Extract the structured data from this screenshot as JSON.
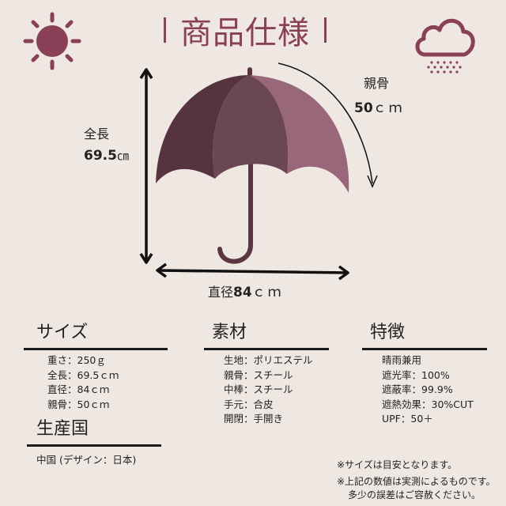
{
  "header": {
    "title": "商品仕様",
    "icons": {
      "left": "sun-icon",
      "right": "rain-cloud-icon"
    },
    "accent_color": "#8a4157"
  },
  "diagram": {
    "total_length": {
      "label": "全長",
      "value": "69.5",
      "unit": "㎝"
    },
    "rib": {
      "label": "親骨",
      "value": "50",
      "unit": "ｃｍ"
    },
    "diameter": {
      "label": "直径",
      "value": "84",
      "unit": "ｃｍ"
    },
    "umbrella_colors": {
      "dark": "#55343f",
      "mid": "#6b4654",
      "light": "#99677a",
      "shaft": "#5a3642"
    }
  },
  "sections": {
    "size": {
      "heading": "サイズ",
      "items": [
        "重さ：250ｇ",
        "全長：69.5ｃｍ",
        "直径：84ｃｍ",
        "親骨：50ｃｍ"
      ]
    },
    "material": {
      "heading": "素材",
      "items": [
        "生地：ポリエステル",
        "親骨：スチール",
        "中棒：スチール",
        "手元：合皮",
        "開閉：手開き"
      ]
    },
    "features": {
      "heading": "特徴",
      "items": [
        "晴雨兼用",
        "遮光率：100%",
        "遮蔽率：99.9%",
        "遮熱効果：30%CUT",
        "UPF：50＋"
      ]
    },
    "origin": {
      "heading": "生産国",
      "value": "中国 (デザイン：日本)"
    }
  },
  "notes": {
    "line1": "※サイズは目安となります。",
    "line2": "※上記の数値は実測によるものです。",
    "line3": "多少の誤差はご容赦ください。"
  }
}
